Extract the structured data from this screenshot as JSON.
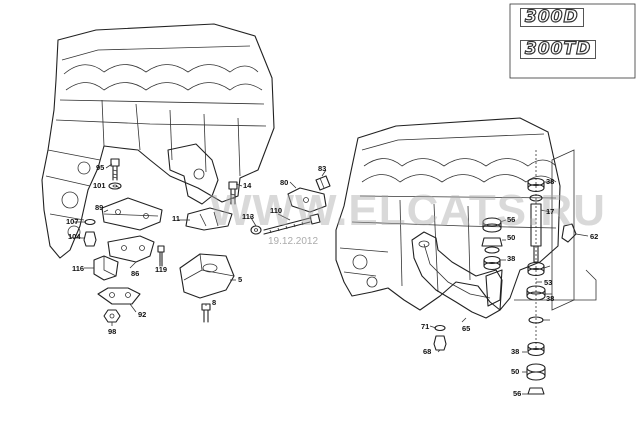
{
  "engine_variants": [
    "300D",
    "300TD"
  ],
  "watermark": {
    "text": "WWW.ELCATS.RU",
    "date": "19.12.2012"
  },
  "parts": [
    {
      "num": "95"
    },
    {
      "num": "101"
    },
    {
      "num": "107"
    },
    {
      "num": "104"
    },
    {
      "num": "89"
    },
    {
      "num": "11"
    },
    {
      "num": "116"
    },
    {
      "num": "86"
    },
    {
      "num": "119"
    },
    {
      "num": "98"
    },
    {
      "num": "92"
    },
    {
      "num": "14"
    },
    {
      "num": "113"
    },
    {
      "num": "5"
    },
    {
      "num": "8"
    },
    {
      "num": "80"
    },
    {
      "num": "83"
    },
    {
      "num": "110"
    },
    {
      "num": "56"
    },
    {
      "num": "50"
    },
    {
      "num": "38"
    },
    {
      "num": "38"
    },
    {
      "num": "17"
    },
    {
      "num": "62"
    },
    {
      "num": "53"
    },
    {
      "num": "38"
    },
    {
      "num": "71"
    },
    {
      "num": "65"
    },
    {
      "num": "68"
    },
    {
      "num": "38"
    },
    {
      "num": "50"
    },
    {
      "num": "56"
    }
  ]
}
